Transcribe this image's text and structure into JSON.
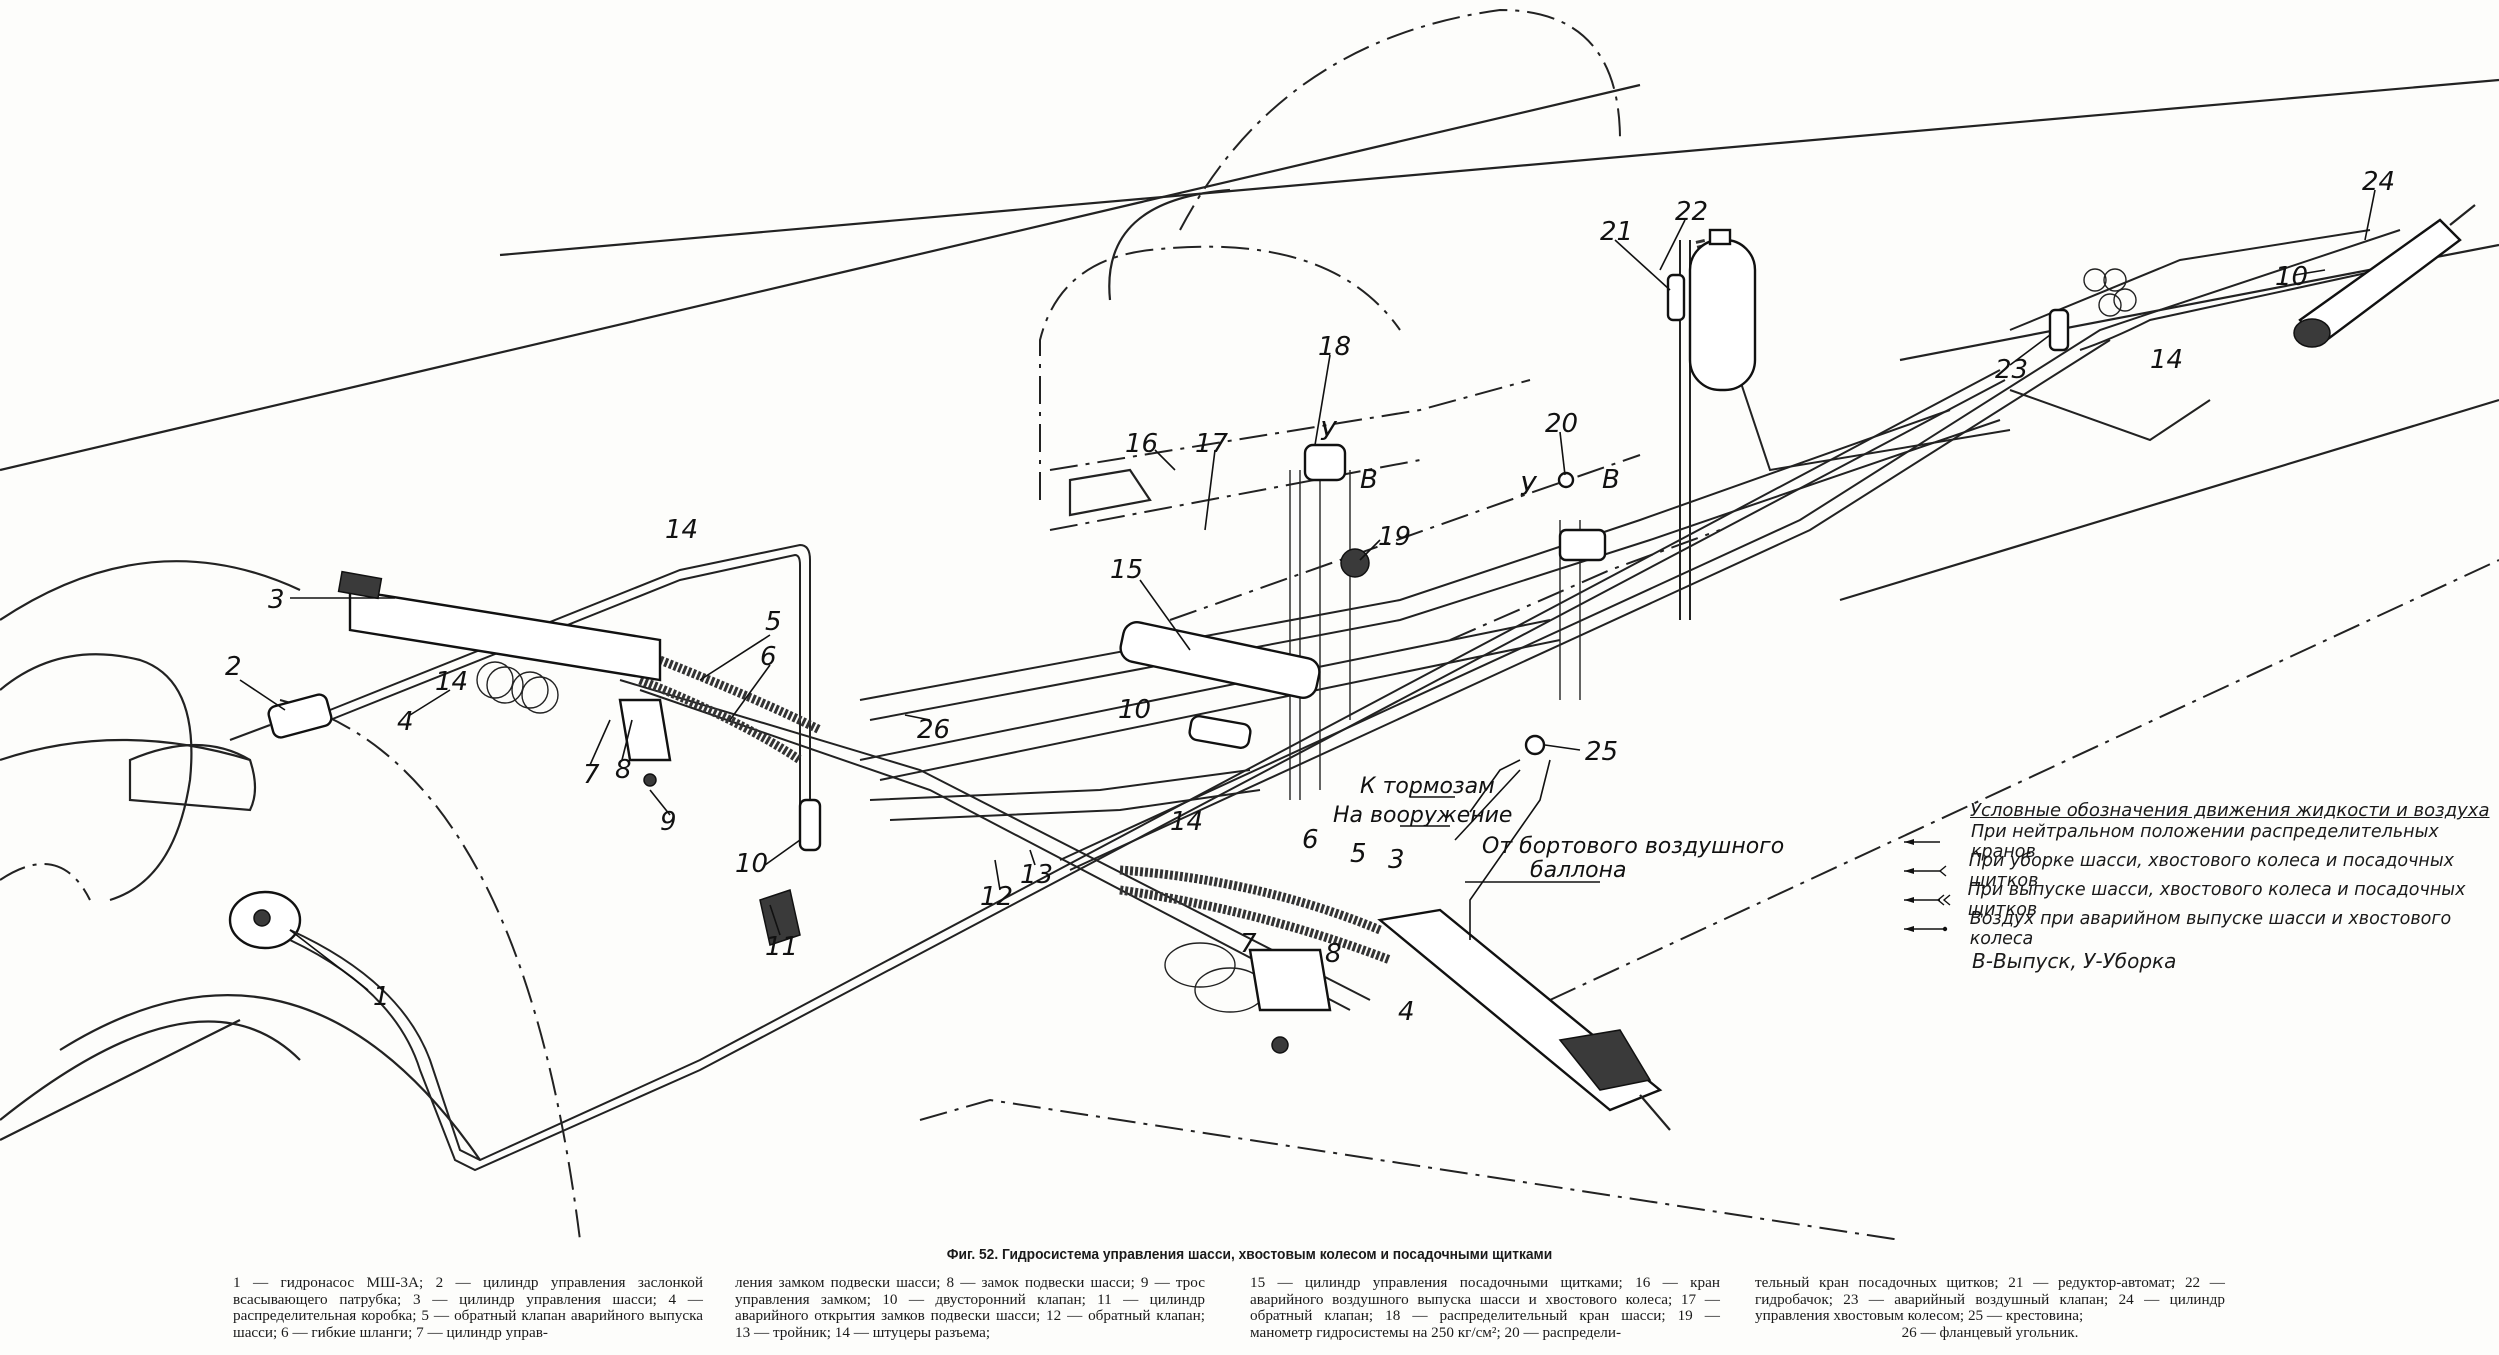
{
  "figure": {
    "title": "Фиг. 52. Гидросистема управления шасси, хвостовым колесом и посадочными щитками",
    "subject": "Hydraulic system for landing gear, tail wheel and landing flaps"
  },
  "callouts": {
    "c1": "1",
    "c2": "2",
    "c3": "3",
    "c3b": "3",
    "c4": "4",
    "c4b": "4",
    "c5": "5",
    "c5b": "5",
    "c6": "6",
    "c6b": "6",
    "c7": "7",
    "c7b": "7",
    "c8": "8",
    "c8b": "8",
    "c9": "9",
    "c10a": "10",
    "c10b": "10",
    "c10c": "10",
    "c11": "11",
    "c12": "12",
    "c13": "13",
    "c14a": "14",
    "c14b": "14",
    "c14c": "14",
    "c14d": "14",
    "c15": "15",
    "c16": "16",
    "c17": "17",
    "c18": "18",
    "c19": "19",
    "c20": "20",
    "c21": "21",
    "c22": "22",
    "c23": "23",
    "c24": "24",
    "c25": "25",
    "c26": "26",
    "valve18_retract": "У",
    "valve18_extend": "В",
    "valve20_retract": "У",
    "valve20_extend": "В"
  },
  "annotations": {
    "to_brakes": "К тормозам",
    "to_armament": "На вооружение",
    "from_air_bottle_line1": "От бортового воздушного",
    "from_air_bottle_line2": "баллона"
  },
  "legend": {
    "title": "Условные обозначения движения жидкости и воздуха",
    "items": [
      {
        "symbol": "plain-arrow",
        "label": "При нейтральном положении распределительных кранов"
      },
      {
        "symbol": "arrow-single-feather",
        "label": "При уборке шасси, хвостового колеса и посадочных щитков"
      },
      {
        "symbol": "arrow-double-feather",
        "label": "При выпуске шасси, хвостового колеса и посадочных щитков"
      },
      {
        "symbol": "arrow-dot-tail",
        "label": "Воздух при аварийном выпуске шасси и хвостового колеса"
      }
    ],
    "footnote": "В-Выпуск, У-Уборка"
  },
  "caption": {
    "col1": "1 — гидронасос МШ-3А; 2 — цилиндр управления заслонкой всасывающего патрубка; 3 — цилиндр управления шасси; 4 — распределительная коробка; 5 — обратный клапан аварийного выпуска шасси; 6 — гибкие шланги; 7 — цилиндр управ-",
    "col2": "ления замком подвески шасси; 8 — замок подвески шасси; 9 — трос управления замком; 10 — двусторонний клапан; 11 — цилиндр аварийного открытия замков подвески шасси; 12 — обратный клапан; 13 — тройник; 14 — штуцеры разъема;",
    "col3": "15 — цилиндр управления посадочными щитками; 16 — кран аварийного воздушного выпуска шасси и хвостового колеса; 17 — обратный клапан; 18 — распределительный кран шасси; 19 — манометр гидросистемы на 250 кг/см²; 20 — распредели-",
    "col4": "тельный кран посадочных щитков; 21 — редуктор-автомат; 22 — гидробачок; 23 — аварийный воздушный клапан; 24 — цилиндр управления хвостовым колесом; 25 — крестовина;",
    "col4_last": "26 — фланцевый угольник."
  }
}
